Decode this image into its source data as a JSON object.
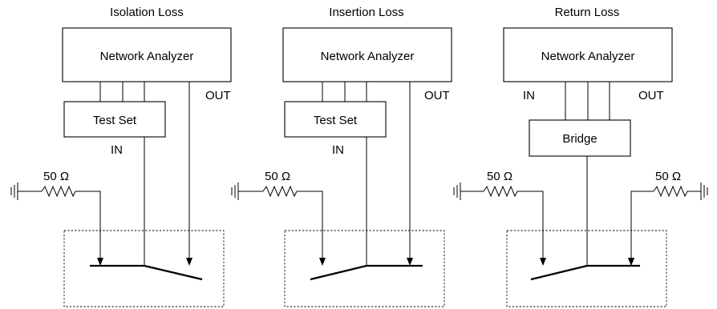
{
  "panels": [
    {
      "title": "Isolation Loss",
      "analyzer_label": "Network Analyzer",
      "middle_box_label": "Test Set",
      "out_label": "OUT",
      "in_label": "IN",
      "left_resistor": "50 Ω"
    },
    {
      "title": "Insertion Loss",
      "analyzer_label": "Network Analyzer",
      "middle_box_label": "Test Set",
      "out_label": "OUT",
      "in_label": "IN",
      "left_resistor": "50 Ω"
    },
    {
      "title": "Return Loss",
      "analyzer_label": "Network Analyzer",
      "middle_box_label": "Bridge",
      "in_label": "IN",
      "out_label": "OUT",
      "left_resistor": "50 Ω",
      "right_resistor": "50 Ω"
    }
  ]
}
